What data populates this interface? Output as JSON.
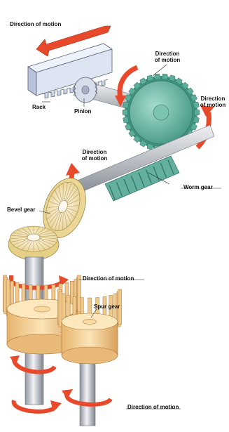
{
  "labels": {
    "rack_motion": "Direction of motion",
    "rack": "Rack",
    "pinion": "Pinion",
    "pinion_motion_line1": "Direction",
    "pinion_motion_line2": "of motion",
    "worm_wheel_motion_line1": "Direction",
    "worm_wheel_motion_line2": "of motion",
    "worm_shaft_motion_line1": "Direction",
    "worm_shaft_motion_line2": "of motion",
    "worm_gear": "Worm gear",
    "bevel_gear": "Bevel gear",
    "spur_shaft_motion": "Direction of motion",
    "spur_gear": "Spur gear",
    "bottom_motion": "Direction of motion"
  },
  "colors": {
    "arrow": "#e8492a",
    "rack": "#dde4f2",
    "worm": "#63b0a0",
    "bevel": "#f5e6b0",
    "spur": "#f7d9a0",
    "shaft": "#c9ccd3"
  }
}
